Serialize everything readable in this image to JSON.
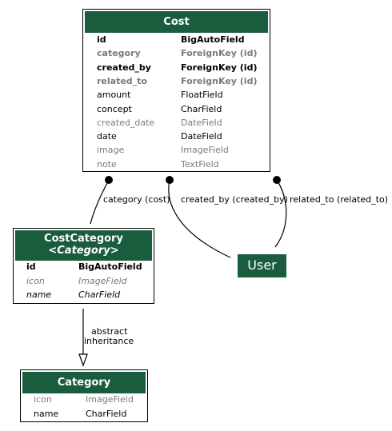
{
  "cost": {
    "title": "Cost",
    "fields": [
      {
        "name": "id",
        "type": "BigAutoField",
        "style": "pk"
      },
      {
        "name": "category",
        "type": "ForeignKey (id)",
        "style": "fk"
      },
      {
        "name": "created_by",
        "type": "ForeignKey (id)",
        "style": "fk-req"
      },
      {
        "name": "related_to",
        "type": "ForeignKey (id)",
        "style": "fk"
      },
      {
        "name": "amount",
        "type": "FloatField",
        "style": "req"
      },
      {
        "name": "concept",
        "type": "CharField",
        "style": "req"
      },
      {
        "name": "created_date",
        "type": "DateField",
        "style": "opt"
      },
      {
        "name": "date",
        "type": "DateField",
        "style": "req"
      },
      {
        "name": "image",
        "type": "ImageField",
        "style": "opt"
      },
      {
        "name": "note",
        "type": "TextField",
        "style": "opt"
      }
    ]
  },
  "cost_category": {
    "title": "CostCategory",
    "subtitle": "<Category>",
    "fields": [
      {
        "name": "id",
        "type": "BigAutoField",
        "style": "pk"
      },
      {
        "name": "icon",
        "type": "ImageField",
        "style": "inh-opt"
      },
      {
        "name": "name",
        "type": "CharField",
        "style": "inh"
      }
    ]
  },
  "category": {
    "title": "Category",
    "fields": [
      {
        "name": "icon",
        "type": "ImageField",
        "style": "opt"
      },
      {
        "name": "name",
        "type": "CharField",
        "style": "req"
      }
    ]
  },
  "user": {
    "title": "User"
  },
  "edges": {
    "category_label": "category (cost)",
    "created_by_label": "created_by (created_by)",
    "related_to_label": "related_to (related_to)",
    "inheritance_label_1": "abstract",
    "inheritance_label_2": "inheritance"
  },
  "colors": {
    "header": "#1a5c3e",
    "muted": "#7a7a7a"
  }
}
